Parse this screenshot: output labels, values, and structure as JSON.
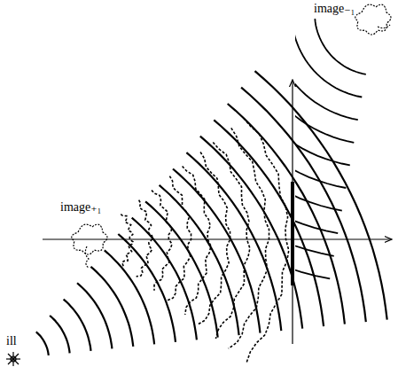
{
  "diagram": {
    "labels": [
      "image₊₁",
      "image₋₁",
      "ill"
    ]
  }
}
